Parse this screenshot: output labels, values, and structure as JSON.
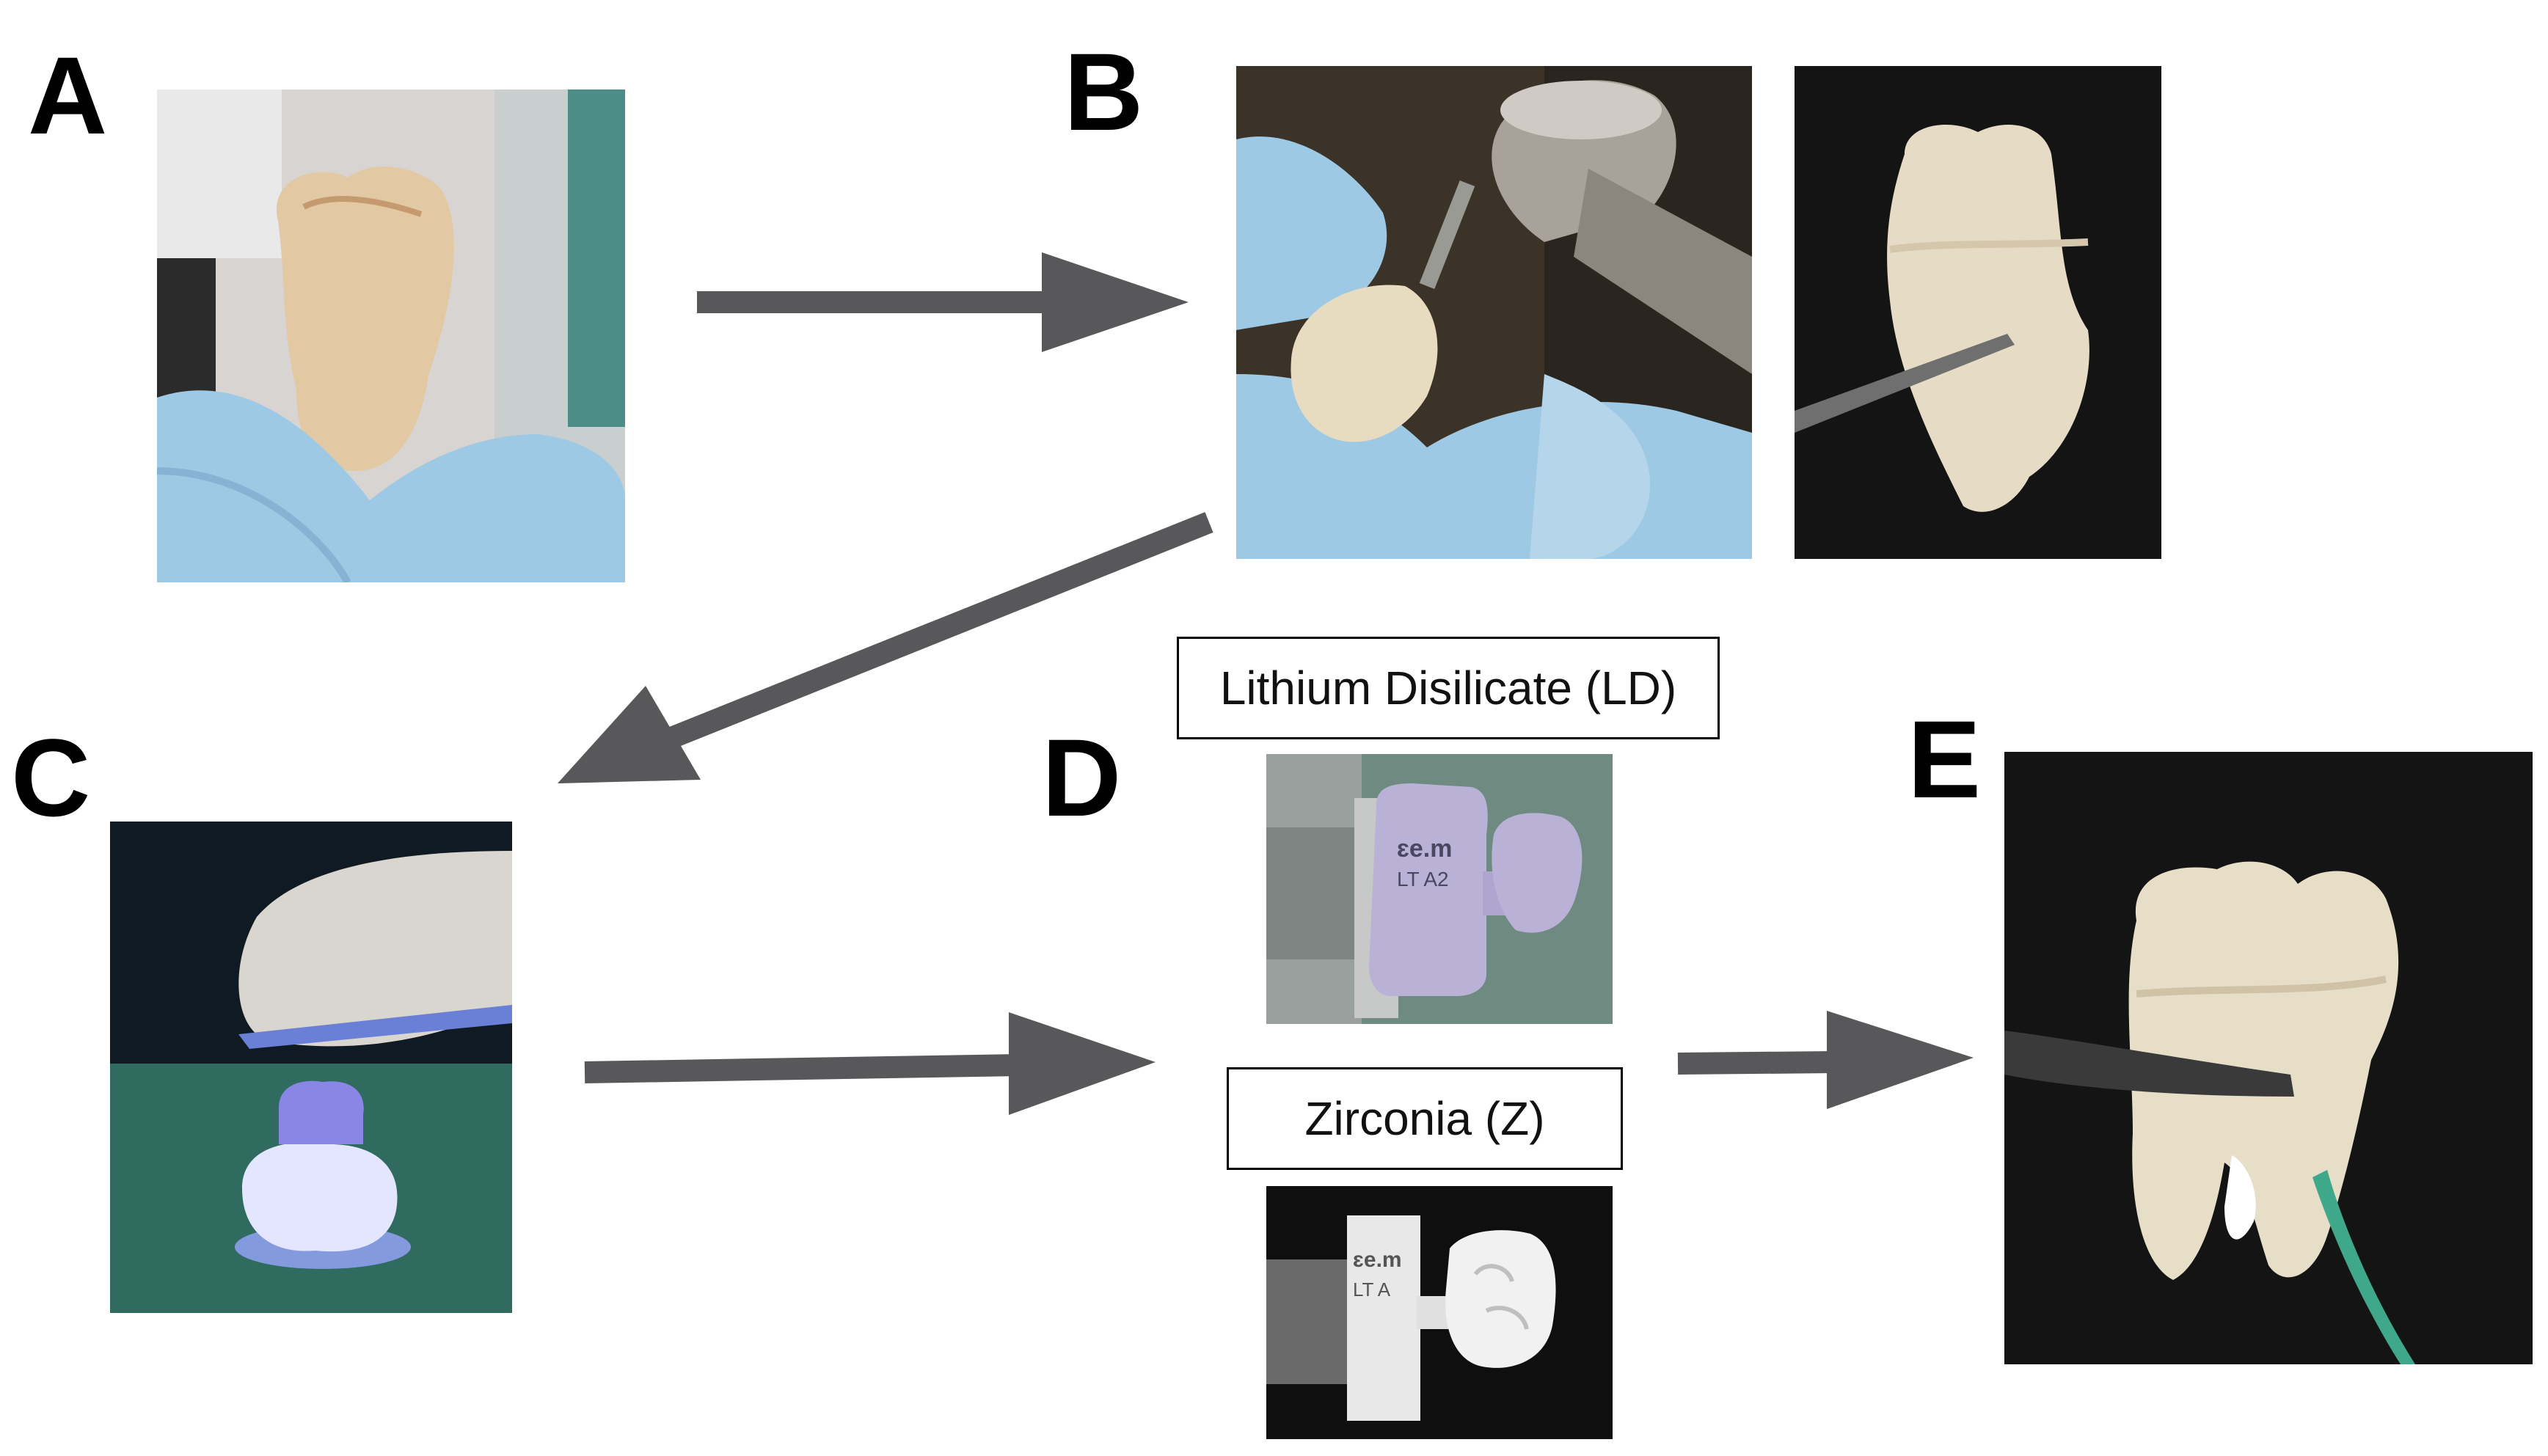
{
  "panels": {
    "a": {
      "letter": "A"
    },
    "b": {
      "letter": "B"
    },
    "c": {
      "letter": "C"
    },
    "d": {
      "letter": "D"
    },
    "e": {
      "letter": "E"
    }
  },
  "labels": {
    "lithium": "Lithium Disilicate (LD)",
    "zirconia": "Zirconia (Z)"
  },
  "block_text": {
    "ld_line1": "ɛe.m",
    "ld_line2": "LT A2",
    "z_line1": "ɛe.m",
    "z_line2": "LT A"
  },
  "colors": {
    "arrow": "#58585a",
    "glove": "#9ec9e4",
    "tooth": "#e8d9bd",
    "dark_bg": "#151515",
    "green_bg": "#2f6b5f",
    "lavender": "#b9b2d6"
  }
}
